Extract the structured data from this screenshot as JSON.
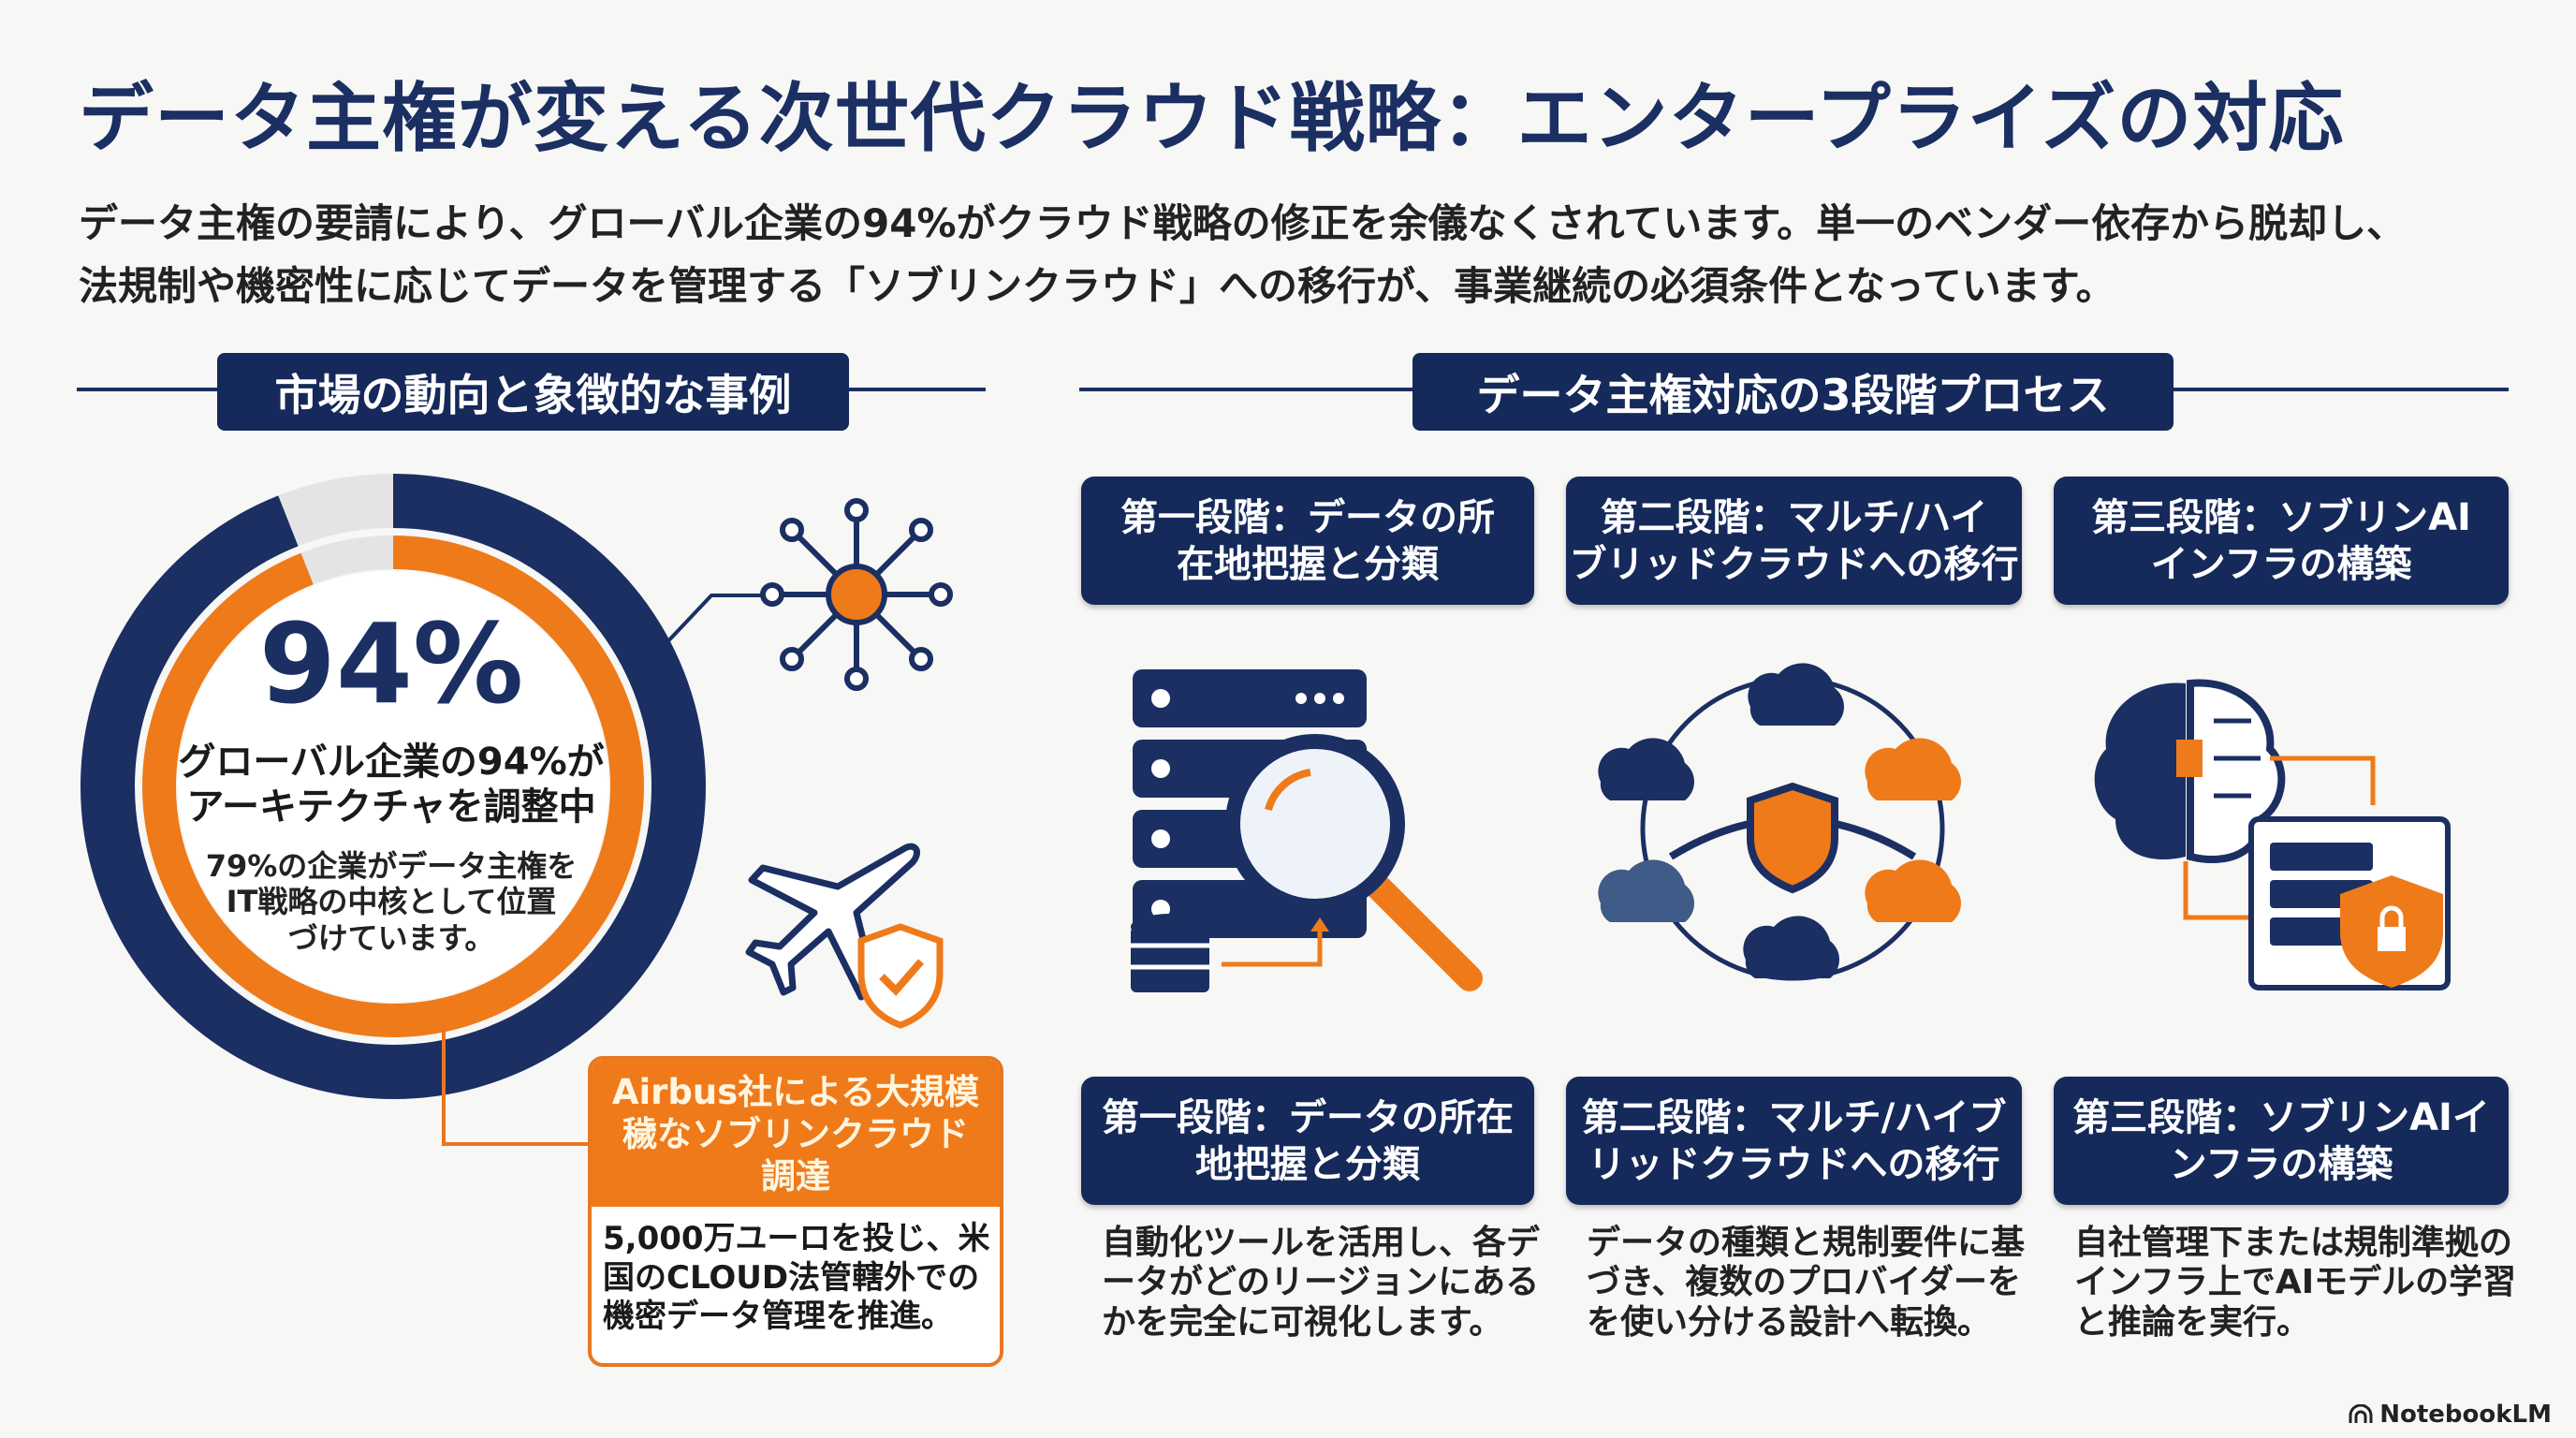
{
  "title": "データ主権が変える次世代クラウド戦略：エンタープライズの対応",
  "subtitle": [
    "データ主権の要請により、グローバル企業の94%がクラウド戦略の修正を余儀なくされています。単一のベンダー依存から脱却し、",
    "法規制や機密性に応じてデータを管理する「ソブリンクラウド」への移行が、事業継続の必須条件となっています。"
  ],
  "left_section": {
    "header": "市場の動向と象徴的な事例",
    "stat": {
      "value": "94%",
      "progress_percent": 94,
      "headline": [
        "グローバル企業の94%が",
        "アーキテクチャを調整中"
      ],
      "detail": [
        "79%の企業がデータ主権を",
        "IT戦略の中核として位置",
        "づけています。"
      ]
    },
    "icons": [
      "network-node-icon",
      "airplane-icon",
      "shield-check-icon"
    ],
    "case": {
      "title": [
        "Airbus社による大規模",
        "穢なソブリンクラウド",
        "調達"
      ],
      "body": [
        "5,000万ユーロを投じ、米",
        "国のCLOUD法管轄外での",
        "機密データ管理を推進。"
      ]
    }
  },
  "right_section": {
    "header": "データ主権対応の3段階プロセス",
    "stages": [
      {
        "top": [
          "第一段階：データの所",
          "在地把握と分類"
        ],
        "icon": "server-search-icon",
        "bottom": [
          "第一段階：データの所在",
          "地把握と分類"
        ],
        "desc": [
          "自動化ツールを活用し、各デ",
          "ータがどのリージョンにある",
          "かを完全に可視化します。"
        ]
      },
      {
        "top": [
          "第二段階：マルチ/ハイ",
          "ブリッドクラウドへの移行"
        ],
        "icon": "multi-cloud-shield-icon",
        "bottom": [
          "第二段階：マルチ/ハイブ",
          "リッドクラウドへの移行"
        ],
        "desc": [
          "データの種類と規制要件に基",
          "づき、複数のプロバイダーを",
          "を使い分ける設計へ転換。"
        ]
      },
      {
        "top": [
          "第三段階：ソブリンAI",
          "インフラの構築"
        ],
        "icon": "ai-brain-server-lock-icon",
        "bottom": [
          "第三段階：ソブリンAIイ",
          "ンフラの構築"
        ],
        "desc": [
          "自社管理下または規制準拠の",
          "インフラ上でAIモデルの学習",
          "と推論を実行。"
        ]
      }
    ]
  },
  "brand": "NotebookLM",
  "colors": {
    "navy": "#15295a",
    "orange": "#ef7a1a",
    "background": "#f7f7f5"
  }
}
